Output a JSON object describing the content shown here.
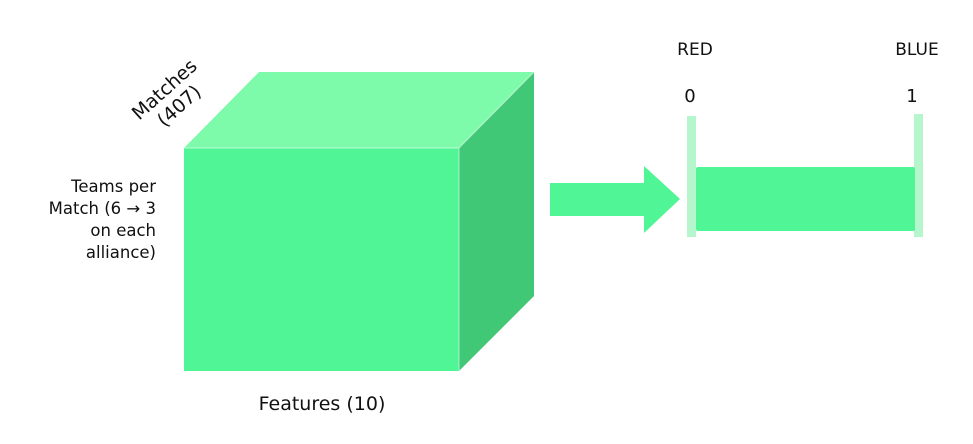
{
  "colors": {
    "cube_front": "#50f595",
    "cube_top": "#7efaab",
    "cube_side": "#40c877",
    "arrow": "#50f595",
    "bar": "#50f595",
    "bracket": "#aef5c6",
    "text": "#111111"
  },
  "cube": {
    "depth_label": "Matches\n(407)",
    "height_label": "Teams per\nMatch (6  → 3\non each\nalliance)",
    "width_label": "Features (10)"
  },
  "output": {
    "left_class_label": "RED",
    "right_class_label": "BLUE",
    "left_value": "0",
    "right_value": "1"
  }
}
